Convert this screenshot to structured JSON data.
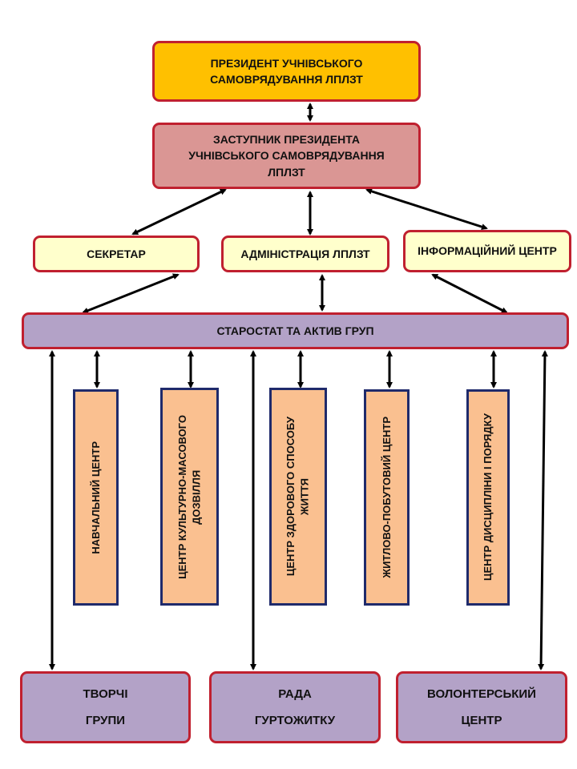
{
  "colors": {
    "president_fill": "#ffc000",
    "deputy_fill": "#da9694",
    "mid_fill": "#ffffcc",
    "council_fill": "#b3a2c7",
    "center_fill": "#fac090",
    "bottom_fill": "#b3a2c7",
    "box_border": "#c0202f",
    "center_border": "#1f2a6b",
    "arrow": "#000000"
  },
  "president": {
    "line1": "ПРЕЗИДЕНТ УЧНІВСЬКОГО",
    "line2": "САМОВРЯДУВАННЯ ЛПЛЗТ"
  },
  "deputy": {
    "line1": "ЗАСТУПНИК ПРЕЗИДЕНТА",
    "line2": "УЧНІВСЬКОГО САМОВРЯДУВАННЯ",
    "line3": "ЛПЛЗТ"
  },
  "secretary": "СЕКРЕТАР",
  "administration": "АДМІНІСТРАЦІЯ ЛПЛЗТ",
  "info_center": "ІНФОРМАЦІЙНИЙ ЦЕНТР",
  "council": "СТАРОСТАТ ТА АКТИВ ГРУП",
  "centers": [
    {
      "line1": "НАВЧАЛЬНИЙ ЦЕНТР",
      "line2": ""
    },
    {
      "line1": "ЦЕНТР КУЛЬТУРНО-МАСОВОГО",
      "line2": "ДОЗВІЛЛЯ"
    },
    {
      "line1": "ЦЕНТР ЗДОРОВОГО СПОСОБУ",
      "line2": "ЖИТТЯ"
    },
    {
      "line1": "ЖИТЛОВО-ПОБУТОВИЙ ЦЕНТР",
      "line2": ""
    },
    {
      "line1": "ЦЕНТР ДИСЦИПЛІНИ І ПОРЯДКУ",
      "line2": ""
    }
  ],
  "bottom": [
    {
      "line1": "ТВОРЧІ",
      "line2": "ГРУПИ"
    },
    {
      "line1": "РАДА",
      "line2": "ГУРТОЖИТКУ"
    },
    {
      "line1": "ВОЛОНТЕРСЬКИЙ",
      "line2": "ЦЕНТР"
    }
  ]
}
